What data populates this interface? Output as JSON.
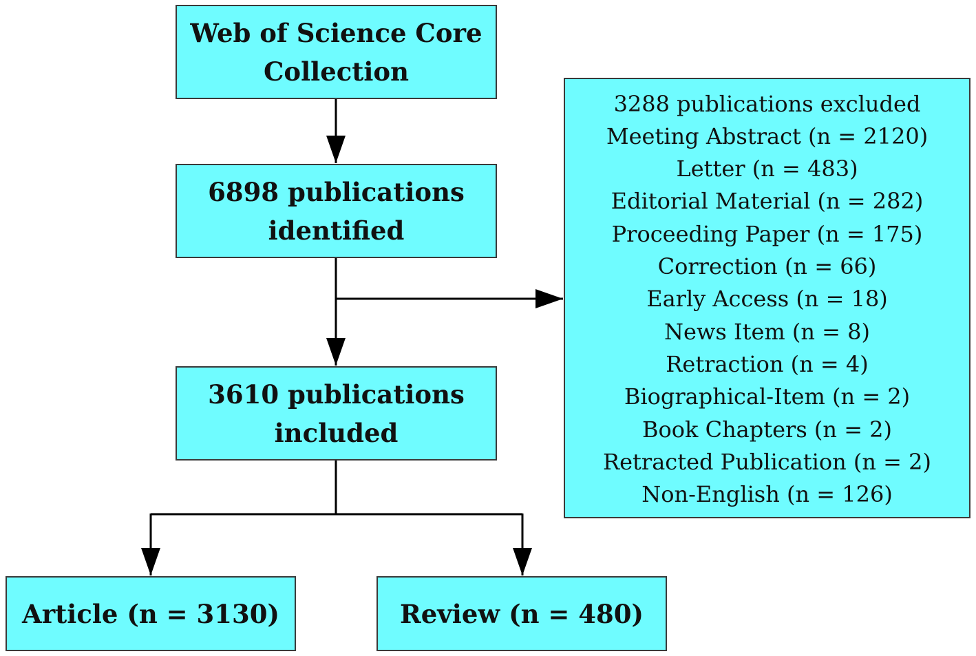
{
  "diagram": {
    "source": {
      "lines": [
        "Web of Science Core",
        "Collection"
      ]
    },
    "identified": {
      "lines": [
        "6898 publications",
        "identified"
      ]
    },
    "included": {
      "lines": [
        "3610 publications",
        "included"
      ]
    },
    "excluded": {
      "title": "3288 publications excluded",
      "items": [
        "Meeting Abstract (n = 2120)",
        "Letter (n = 483)",
        "Editorial Material (n = 282)",
        "Proceeding Paper (n = 175)",
        "Correction (n = 66)",
        "Early Access (n = 18)",
        "News Item (n = 8)",
        "Retraction (n = 4)",
        "Biographical-Item (n = 2)",
        "Book Chapters (n = 2)",
        "Retracted Publication (n = 2)",
        "Non-English (n = 126)"
      ]
    },
    "article": {
      "label": "Article (n = 3130)"
    },
    "review": {
      "label": "Review (n = 480)"
    },
    "colors": {
      "box_fill": "#6ffcff",
      "box_border": "#3a3a3a",
      "arrow": "#000000"
    }
  }
}
